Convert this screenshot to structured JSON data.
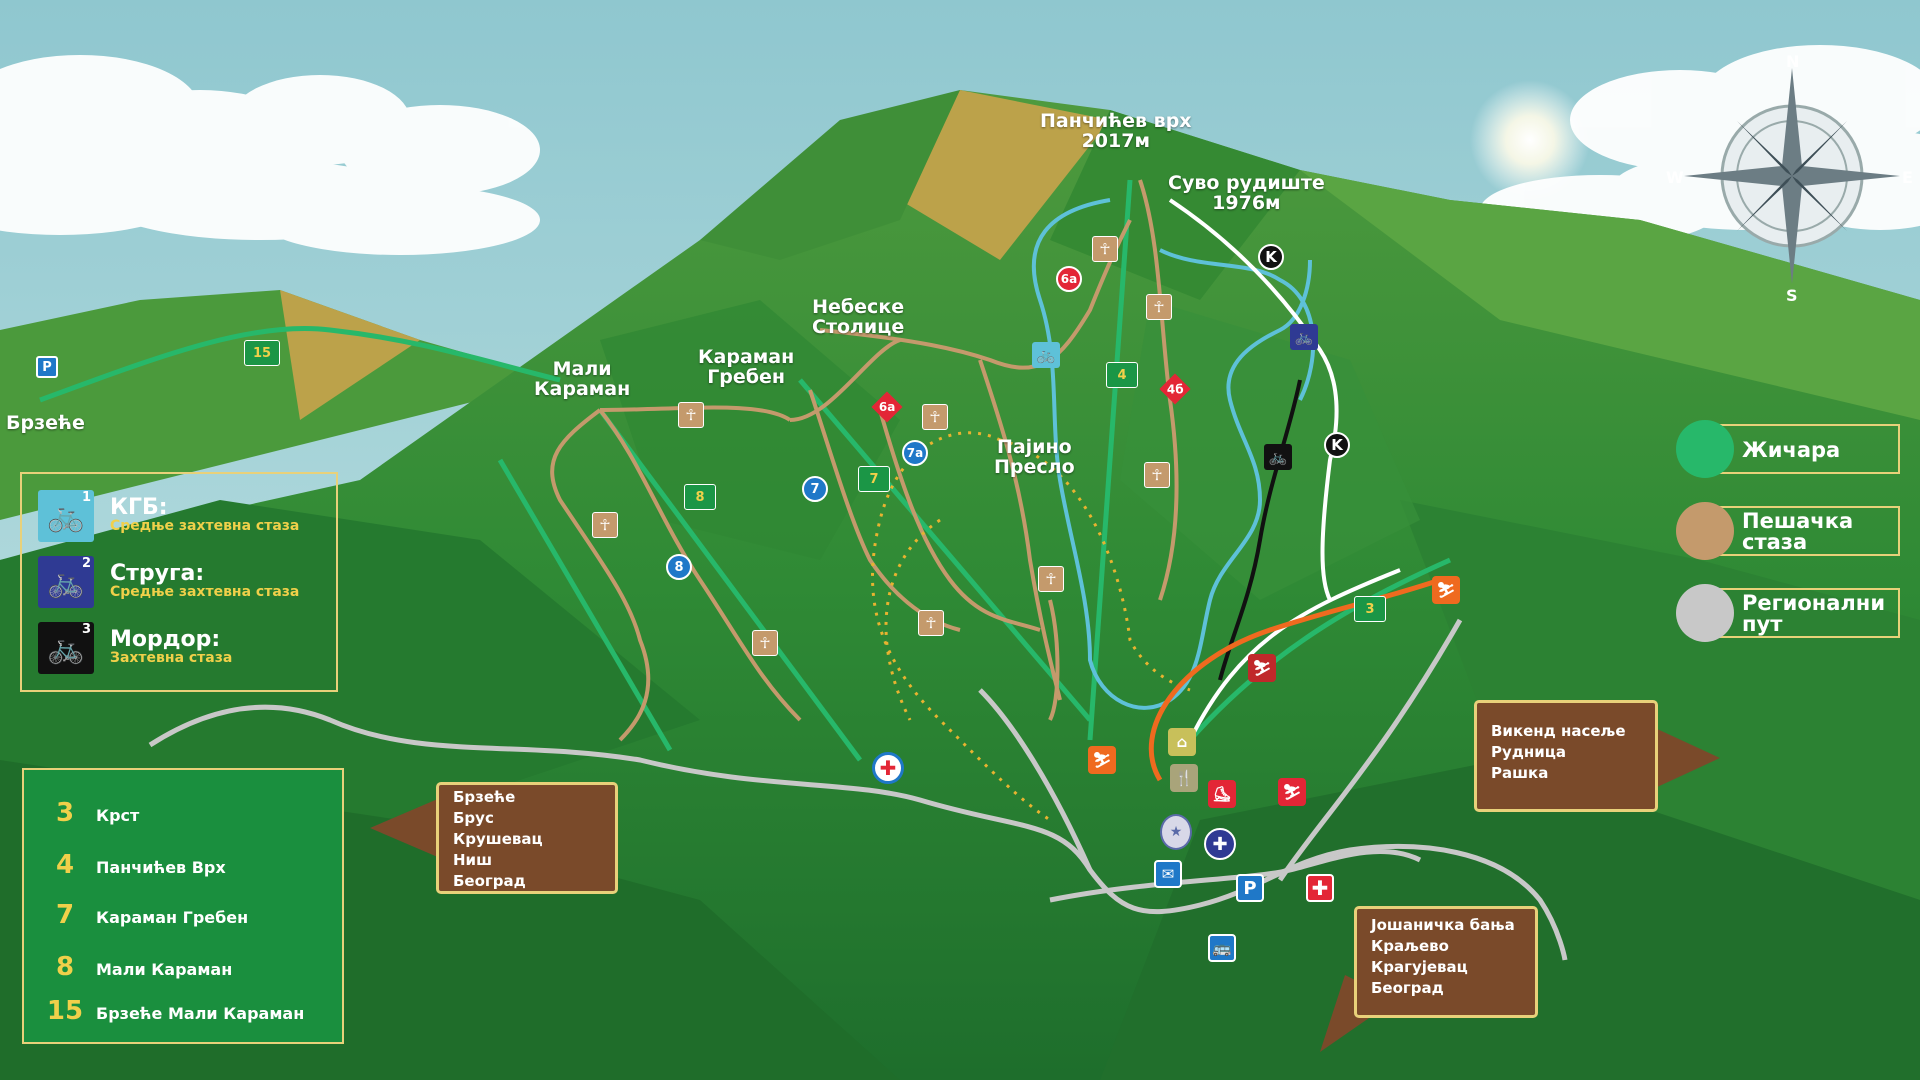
{
  "peaks": {
    "pancic": {
      "name": "Панчићев врх",
      "elev": "2017м"
    },
    "suvo": {
      "name": "Суво рудиште",
      "elev": "1976м"
    },
    "nebeske": {
      "line1": "Небеске",
      "line2": "Столице"
    },
    "karaman_greben": {
      "line1": "Караман",
      "line2": "Гребен"
    },
    "mali_karaman": {
      "line1": "Мали",
      "line2": "Караман"
    },
    "pajino": {
      "line1": "Пајино",
      "line2": "Пресло"
    },
    "brzece": "Брзеће"
  },
  "compass": {
    "n": "N",
    "s": "S",
    "e": "E",
    "w": "W"
  },
  "bike_legend": [
    {
      "num": "1",
      "name": "КГБ:",
      "desc": "Средње захтевна стаза",
      "color": "#5ec1d8"
    },
    {
      "num": "2",
      "name": "Струга:",
      "desc": "Средње захтевна стаза",
      "color": "#2f3a93"
    },
    {
      "num": "3",
      "name": "Мордор:",
      "desc": "Захтевна стаза",
      "color": "#111111"
    }
  ],
  "lift_legend": [
    {
      "num": "3",
      "name": "Крст"
    },
    {
      "num": "4",
      "name": "Панчићев Врх"
    },
    {
      "num": "7",
      "name": "Караман Гребен"
    },
    {
      "num": "8",
      "name": "Мали Караман"
    },
    {
      "num": "15",
      "name": "Брзеће Мали Караман"
    }
  ],
  "route_legend": [
    {
      "label1": "Жичара",
      "label2": "",
      "color": "#27b86a"
    },
    {
      "label1": "Пешачка",
      "label2": "стаза",
      "color": "#c49a6c"
    },
    {
      "label1": "Регионални",
      "label2": "пут",
      "color": "#c8c8c8"
    }
  ],
  "directions": {
    "west": [
      "Брзеће",
      "Брус",
      "Крушевац",
      "Ниш",
      "Београд"
    ],
    "east": [
      "Викенд насеље",
      "Рудница",
      "Рашка"
    ],
    "south": [
      "Јошаничка бања",
      "Краљево",
      "Крагујевац",
      "Београд"
    ]
  },
  "trail_markers": {
    "t6a": "6а",
    "t7a": "7а",
    "t46": "4б",
    "t7": "7",
    "t8": "8",
    "lift15": "15",
    "lift8": "8",
    "lift7": "7",
    "lift4": "4",
    "lift3": "3",
    "k": "K",
    "parking": "P"
  },
  "colors": {
    "cable_car": "#27b86a",
    "hiking": "#c49a6c",
    "road": "#c8c8c8",
    "bike_blue": "#5ec1d8",
    "lift_green": "#1b9646",
    "accent_yellow": "#f0d04a"
  }
}
